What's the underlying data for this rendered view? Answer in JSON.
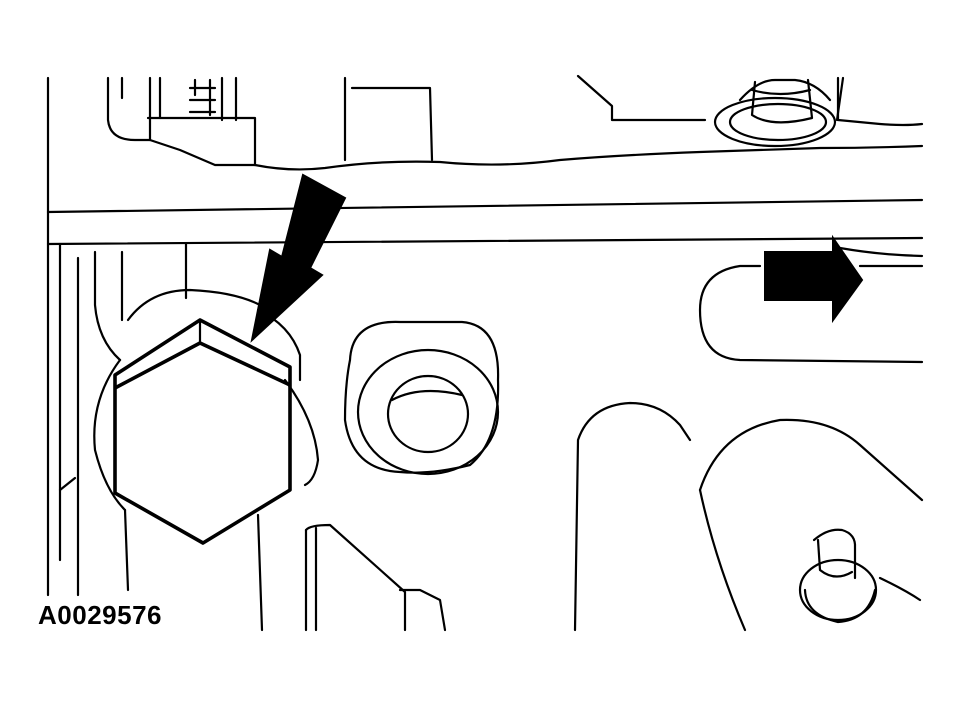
{
  "figure": {
    "id_label": "A0029576",
    "ink_color": "#000000",
    "background_color": "#ffffff",
    "callouts": [
      {
        "name": "pointer-arrow",
        "direction": "down-left"
      },
      {
        "name": "direction-arrow",
        "direction": "right"
      }
    ]
  }
}
